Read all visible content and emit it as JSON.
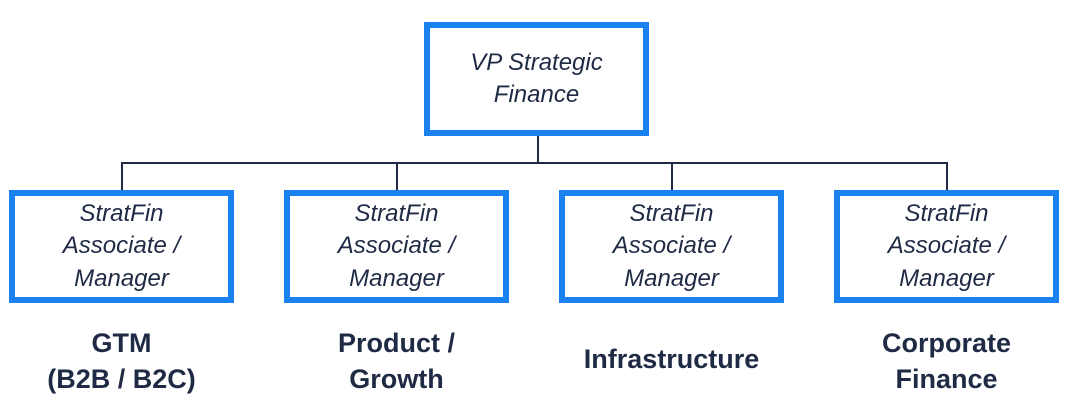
{
  "root": {
    "lines": [
      "VP Strategic",
      "Finance"
    ]
  },
  "children": [
    {
      "lines": [
        "StratFin",
        "Associate /",
        "Manager"
      ],
      "team": [
        "GTM",
        "(B2B / B2C)"
      ]
    },
    {
      "lines": [
        "StratFin",
        "Associate /",
        "Manager"
      ],
      "team": [
        "Product /",
        "Growth"
      ]
    },
    {
      "lines": [
        "StratFin",
        "Associate /",
        "Manager"
      ],
      "team": [
        "Infrastructure"
      ]
    },
    {
      "lines": [
        "StratFin",
        "Associate /",
        "Manager"
      ],
      "team": [
        "Corporate",
        "Finance"
      ]
    }
  ],
  "colors": {
    "box_border": "#1a82f0",
    "text": "#1f2a44",
    "connector": "#1f2a44"
  }
}
